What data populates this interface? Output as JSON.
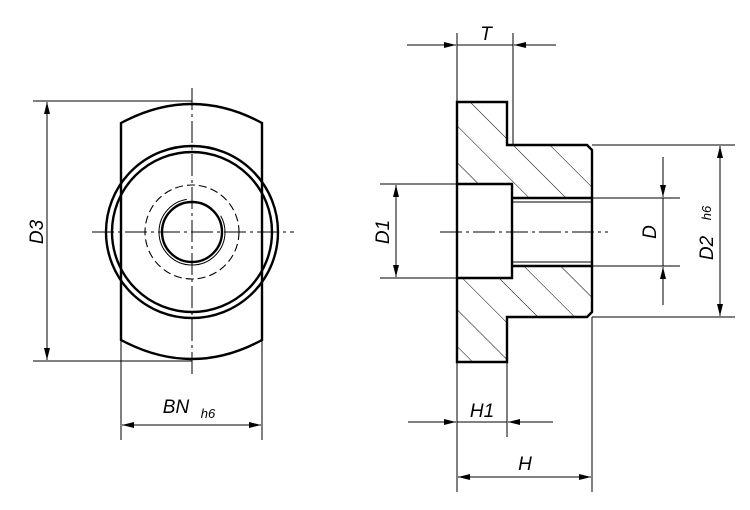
{
  "front_view": {
    "dimensions": {
      "d3": "D3",
      "bn": "BN",
      "bn_tol": "h6"
    }
  },
  "section_view": {
    "dimensions": {
      "t": "T",
      "d1": "D1",
      "d": "D",
      "d2": "D2",
      "d2_tol": "h6",
      "h1": "H1",
      "h": "H"
    }
  },
  "colors": {
    "line": "#000000",
    "background": "#ffffff"
  }
}
